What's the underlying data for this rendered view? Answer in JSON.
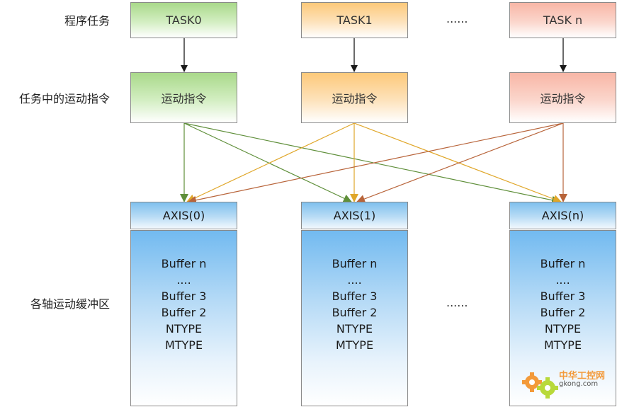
{
  "row_labels": {
    "tasks": "程序任务",
    "instructions": "任务中的运动指令",
    "buffers": "各轴运动缓冲区"
  },
  "tasks": [
    {
      "label": "TASK0",
      "color": "#a9d98a"
    },
    {
      "label": "TASK1",
      "color": "#fdc97a"
    },
    {
      "label": "TASK n",
      "color": "#f8b6a6"
    }
  ],
  "task_ellipsis": "......",
  "instructions": [
    {
      "label": "运动指令",
      "line_color": "#5f8f3a"
    },
    {
      "label": "运动指令",
      "line_color": "#e0a72a"
    },
    {
      "label": "运动指令",
      "line_color": "#b8643a"
    }
  ],
  "axes": [
    {
      "label": "AXIS(0)"
    },
    {
      "label": "AXIS(1)"
    },
    {
      "label": "AXIS(n)"
    }
  ],
  "buffer_items": [
    "Buffer n",
    "....",
    "Buffer 3",
    "Buffer 2",
    "NTYPE",
    "MTYPE"
  ],
  "axis_ellipsis": "......",
  "connections": "every motion instruction connects to every axis buffer",
  "watermark": {
    "title": "中华工控网",
    "url": "gkong.com"
  }
}
